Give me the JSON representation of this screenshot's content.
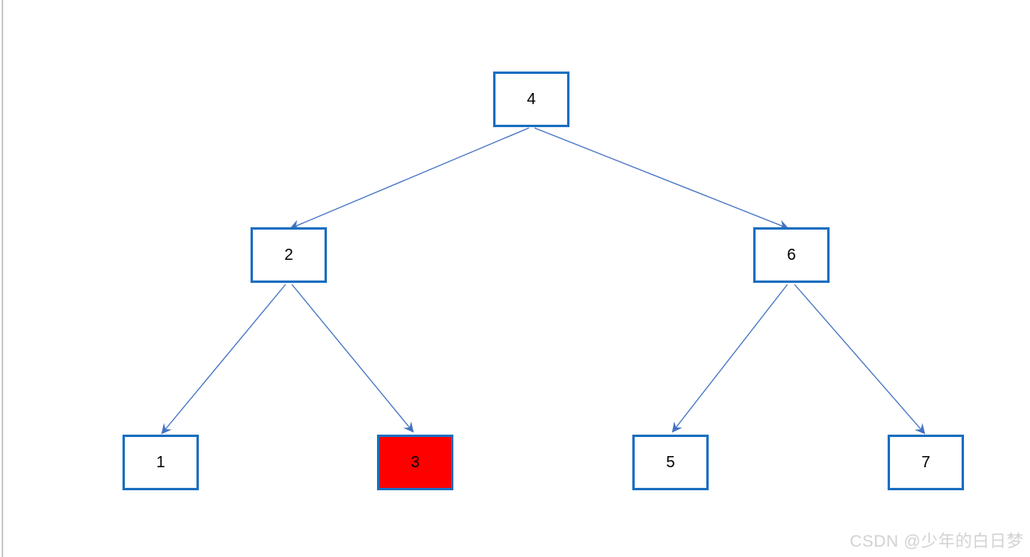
{
  "page": {
    "background": "#FFFFFF",
    "left_rule_color": "#C8C8C8"
  },
  "colors": {
    "node_border": "#1C6FC0",
    "node_fill": "#FFFFFF",
    "highlight_fill": "#FF0000",
    "edge": "#4472C4",
    "node_text": "#000000",
    "watermark": "#D2D2D2"
  },
  "tree": {
    "type": "binary-tree",
    "nodes": [
      {
        "id": "4",
        "label": "4",
        "level": 0,
        "highlighted": false
      },
      {
        "id": "2",
        "label": "2",
        "level": 1,
        "highlighted": false
      },
      {
        "id": "6",
        "label": "6",
        "level": 1,
        "highlighted": false
      },
      {
        "id": "1",
        "label": "1",
        "level": 2,
        "highlighted": false
      },
      {
        "id": "3",
        "label": "3",
        "level": 2,
        "highlighted": true
      },
      {
        "id": "5",
        "label": "5",
        "level": 2,
        "highlighted": false
      },
      {
        "id": "7",
        "label": "7",
        "level": 2,
        "highlighted": false
      }
    ],
    "edges": [
      {
        "from": "4",
        "to": "2"
      },
      {
        "from": "4",
        "to": "6"
      },
      {
        "from": "2",
        "to": "1"
      },
      {
        "from": "2",
        "to": "3"
      },
      {
        "from": "6",
        "to": "5"
      },
      {
        "from": "6",
        "to": "7"
      }
    ]
  },
  "watermark": {
    "text": "CSDN @少年的白日梦"
  }
}
